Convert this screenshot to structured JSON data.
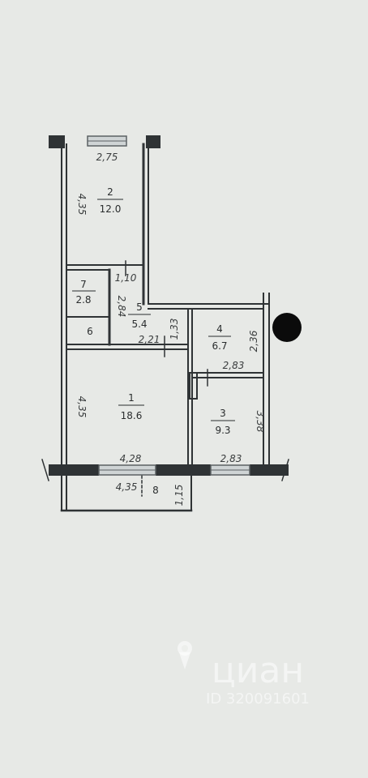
{
  "rooms": [
    {
      "number": "2",
      "area": "12.0"
    },
    {
      "number": "7",
      "area": "2.8"
    },
    {
      "number": "5",
      "area": "5.4"
    },
    {
      "number": "6",
      "area": ""
    },
    {
      "number": "4",
      "area": "6.7"
    },
    {
      "number": "1",
      "area": "18.6"
    },
    {
      "number": "3",
      "area": "9.3"
    },
    {
      "number": "8",
      "area": ""
    }
  ],
  "dimensions": {
    "top_window": "2,75",
    "left_top": "4,35",
    "corridor_door": "1,10",
    "closet_side": "2,84",
    "hall_width": "2,21",
    "hall_gap": "1,33",
    "room4_height": "2,36",
    "room3_width": "2,83",
    "left_bottom": "4,35",
    "room3_height": "3,38",
    "bottom_window_left": "4,28",
    "bottom_window_right": "2,83",
    "balcony_width": "4,35",
    "balcony_depth": "1,15"
  },
  "watermark": {
    "brand": "циан",
    "id": "ID 320091601"
  },
  "colors": {
    "background": "#e7e9e6",
    "wall": "#2f3335",
    "window": "#9aa0a2",
    "marker": "#0b0b0b"
  }
}
